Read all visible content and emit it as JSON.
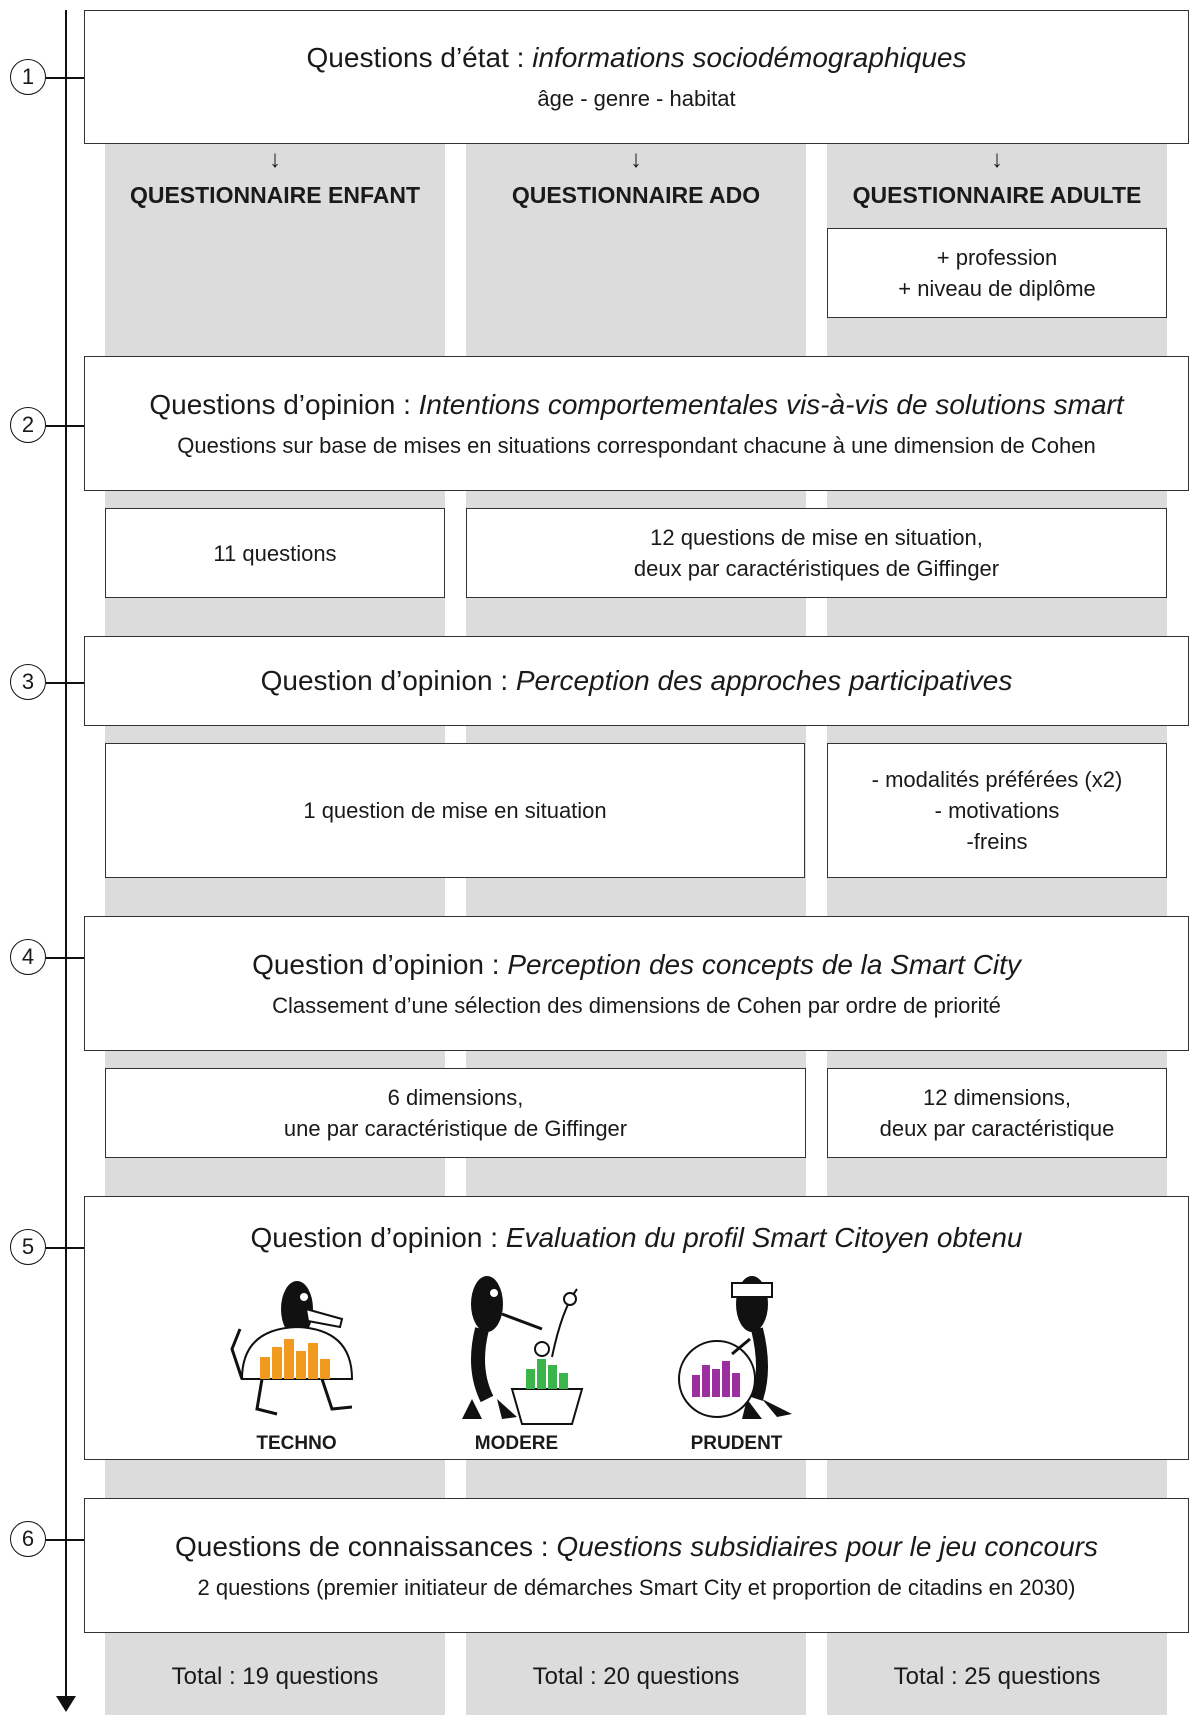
{
  "sections": [
    {
      "number": "1",
      "title_plain": "Questions d’état : ",
      "title_italic": "informations sociodémographiques",
      "subtitle": "âge - genre - habitat"
    },
    {
      "number": "2",
      "title_plain": "Questions d’opinion : ",
      "title_italic": "Intentions comportementales vis-à-vis de solutions smart",
      "subtitle": "Questions sur base de mises en situations correspondant chacune à une dimension de Cohen"
    },
    {
      "number": "3",
      "title_plain": "Question d’opinion : ",
      "title_italic": "Perception des approches participatives"
    },
    {
      "number": "4",
      "title_plain": "Question d’opinion : ",
      "title_italic": "Perception des concepts de la Smart City",
      "subtitle": "Classement d’une sélection des dimensions de Cohen par ordre de priorité"
    },
    {
      "number": "5",
      "title_plain": "Question d’opinion : ",
      "title_italic": "Evaluation du profil Smart Citoyen obtenu"
    },
    {
      "number": "6",
      "title_plain": "Questions de connaissances : ",
      "title_italic": "Questions subsidiaires pour le jeu concours",
      "subtitle": "2 questions (premier initiateur de démarches Smart City et proportion de citadins en 2030)"
    }
  ],
  "columns": {
    "enfant": "QUESTIONNAIRE ENFANT",
    "ado": "QUESTIONNAIRE ADO",
    "adulte": "QUESTIONNAIRE ADULTE"
  },
  "adult_extra": {
    "line1": "+ profession",
    "line2": "+ niveau de diplôme"
  },
  "s2": {
    "enfant": "11 questions",
    "ado_adulte_line1": "12 questions de mise en situation,",
    "ado_adulte_line2": "deux par caractéristiques de Giffinger"
  },
  "s3": {
    "enfant_ado": "1 question de mise en situation",
    "adulte_line1": "- modalités préférées (x2)",
    "adulte_line2": "- motivations",
    "adulte_line3": "-freins"
  },
  "s4": {
    "enfant_ado_line1": "6 dimensions,",
    "enfant_ado_line2": "une par caractéristique de Giffinger",
    "adulte_line1": "12 dimensions,",
    "adulte_line2": "deux par caractéristique"
  },
  "profiles": [
    {
      "label": "TECHNO",
      "color": "#f29a1d"
    },
    {
      "label": "MODERE",
      "color": "#3bb54a"
    },
    {
      "label": "PRUDENT",
      "color": "#9b2f9e"
    }
  ],
  "totals": {
    "enfant": "Total : 19 questions",
    "ado": "Total : 20 questions",
    "adulte": "Total : 25 questions"
  },
  "colors": {
    "column_bg": "#dcdcdc",
    "border": "#333333"
  }
}
